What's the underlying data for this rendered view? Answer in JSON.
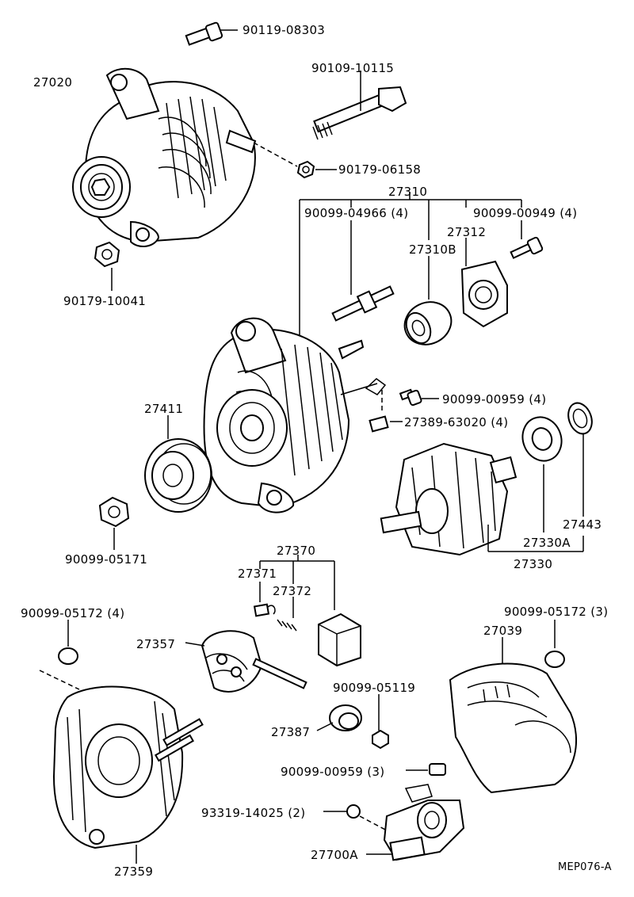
{
  "diagram": {
    "labels": {
      "p90119_08303": "90119-08303",
      "p27020": "27020",
      "p90109_10115": "90109-10115",
      "p90179_06158": "90179-06158",
      "p27310": "27310",
      "p90099_04966": "90099-04966 (4)",
      "p90099_00949": "90099-00949 (4)",
      "p27312": "27312",
      "p27310B": "27310B",
      "p90179_10041": "90179-10041",
      "p27411": "27411",
      "p90099_00959_4": "90099-00959 (4)",
      "p27389_63020": "27389-63020 (4)",
      "p27443": "27443",
      "p27330A": "27330A",
      "p27330": "27330",
      "p90099_05171": "90099-05171",
      "p27370": "27370",
      "p27371": "27371",
      "p27372": "27372",
      "p90099_05172_4": "90099-05172 (4)",
      "p90099_05172_3": "90099-05172 (3)",
      "p27039": "27039",
      "p27357": "27357",
      "p90099_05119": "90099-05119",
      "p27387": "27387",
      "p90099_00959_3": "90099-00959 (3)",
      "p93319_14025": "93319-14025 (2)",
      "p27700A": "27700A",
      "p27359": "27359",
      "code": "MEP076-A"
    }
  }
}
